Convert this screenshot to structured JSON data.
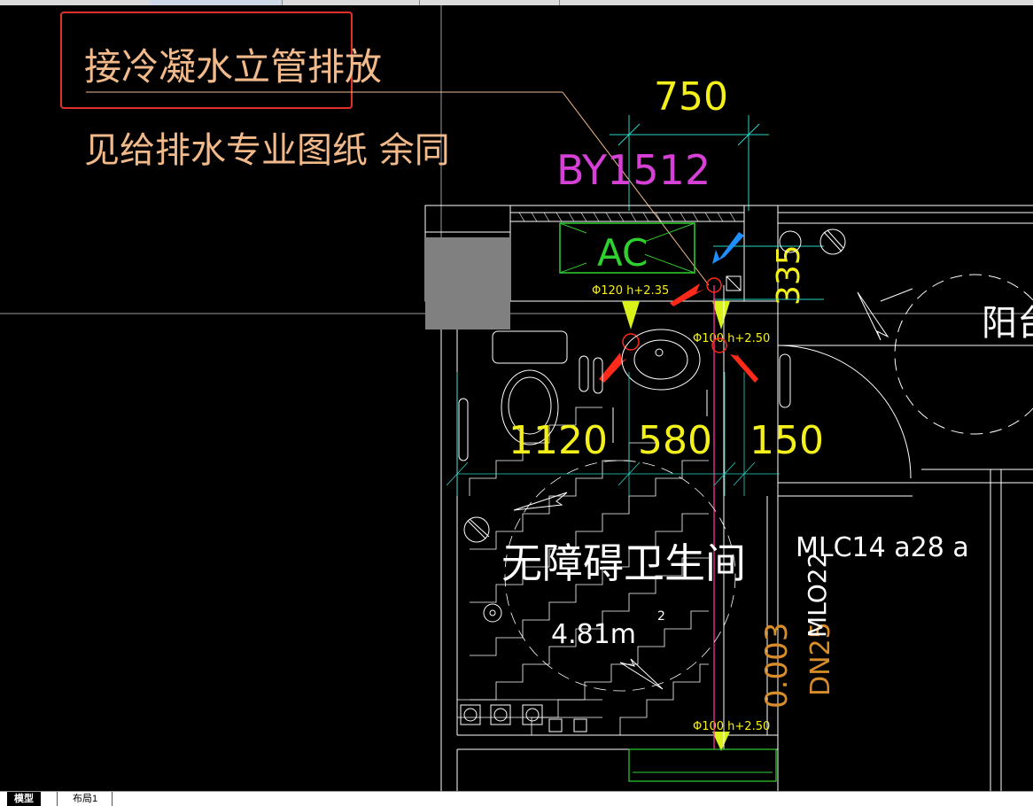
{
  "annotations": {
    "callout_main": "接冷凝水立管排放",
    "callout_note": "见给排水专业图纸  余同"
  },
  "dimensions": {
    "top_width": "750",
    "depth_335": "335",
    "seg_1120": "1120",
    "seg_580": "580",
    "seg_150": "150"
  },
  "labels": {
    "wall_tag": "BY1512",
    "ac_unit": "AC",
    "pipe_top": "Φ120  h+2.35",
    "pipe_mid": "Φ100  h+2.50",
    "pipe_bottom": "Φ100  h+2.50",
    "room_name": "无障碍卫生间",
    "room_area": "4.81m",
    "area_sup": "2",
    "balcony": "阳台",
    "door_tag": "MLC14 a28 a",
    "elev_vertical": "0.003",
    "pipe_tag_vertical": "DN25",
    "wall_code_vertical": "MLO22"
  },
  "tabs": [
    {
      "label": "模型",
      "active": true
    },
    {
      "label": "布局1",
      "active": false
    }
  ],
  "colors": {
    "callout_text": "#f2b98a",
    "callout_box": "#e0312b",
    "dimension_text": "#f4f01a",
    "tag_magenta": "#d640d6",
    "ac_green": "#2fd12f",
    "cyan": "#2ad6c8",
    "pipe_magenta": "#ff2ea0",
    "arrow_red": "#ff2a1a",
    "arrow_blue": "#1e8fff",
    "wall_white": "#ffffff",
    "vertical_orange": "#d98c2a"
  }
}
